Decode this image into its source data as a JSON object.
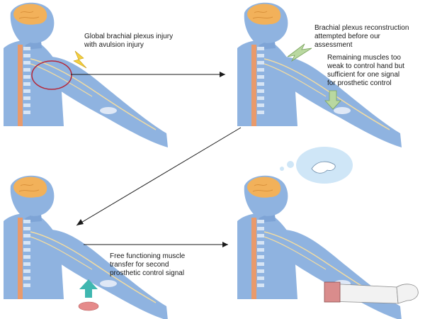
{
  "labels": {
    "panel1": "Global brachial plexus injury\nwith avulsion injury",
    "panel2_top": "Brachial plexus reconstruction\nattempted before our\nassessment",
    "panel2_bottom": "Remaining muscles too\nweak to control hand but\nsufficient for one signal\nfor prosthetic control",
    "panel3": "Free functioning muscle\ntransfer for second\nprosthetic control signal"
  },
  "icons": {
    "injury": "lightning-bolt-icon",
    "attention_arrows": "green-arrow-icon",
    "thought": "thought-bubble-hand-icon",
    "transfer": "teal-up-arrow-icon",
    "prosthesis": "prosthetic-hand"
  },
  "colors": {
    "body": "#8fb3e0",
    "body_dark": "#6f96cc",
    "brain": "#f2b15a",
    "spine": "#cfe0f4",
    "nerve": "#f3dca0",
    "highlight_circle": "#b5283a",
    "bolt": "#f4d03f",
    "green_arrow": "#b9d8a0",
    "teal_arrow": "#3fb7b0",
    "muscle": "#e58a8a",
    "thought": "#cfe6f7",
    "prosthesis": "#f2f2f2"
  }
}
